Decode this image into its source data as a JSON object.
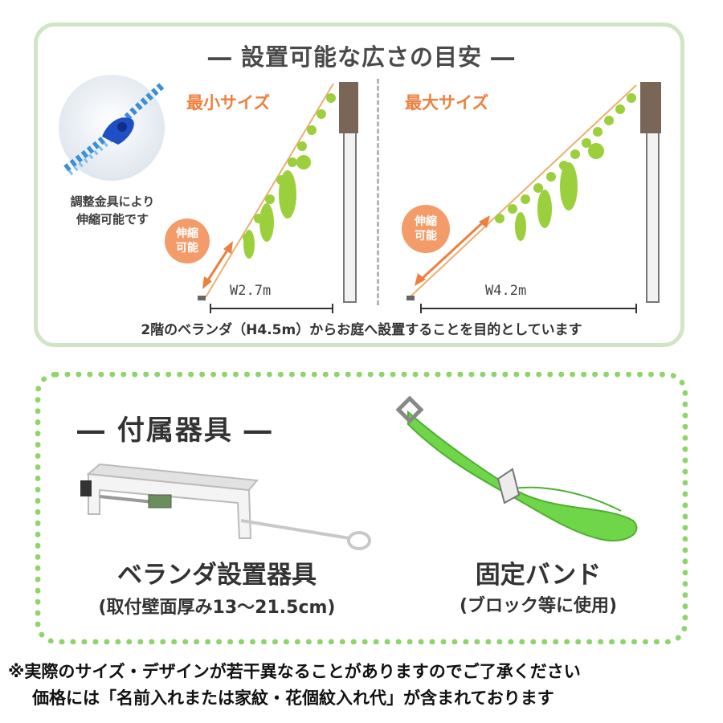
{
  "setup": {
    "title": "― 設置可能な広さの目安 ―",
    "min_label": "最小サイズ",
    "max_label": "最大サイズ",
    "min_width": "W2.7m",
    "max_width": "W4.2m",
    "adjust_caption": [
      "調整金具により",
      "伸縮可能です"
    ],
    "extend_badge": [
      "伸縮",
      "可能"
    ],
    "caption": "2階のベランダ（H4.5m）からお庭へ設置することを目的としています"
  },
  "accessories": {
    "title": "― 付属器具 ―",
    "bracket": {
      "name": "ベランダ設置器具",
      "note": "(取付壁面厚み13～21.5cm)"
    },
    "band": {
      "name": "固定バンド",
      "note": "(ブロック等に使用)"
    }
  },
  "notes": [
    "※実際のサイズ・デザインが若干異なることがありますのでご了承ください",
    "価格には「名前入れまたは家紋・花個紋入れ代」が含まれております"
  ],
  "colors": {
    "accent_orange": "#ef7f3d",
    "carp_green": "#9ccf3c",
    "strap_green": "#6fd64a",
    "panel_green": "#cfe6c6"
  }
}
